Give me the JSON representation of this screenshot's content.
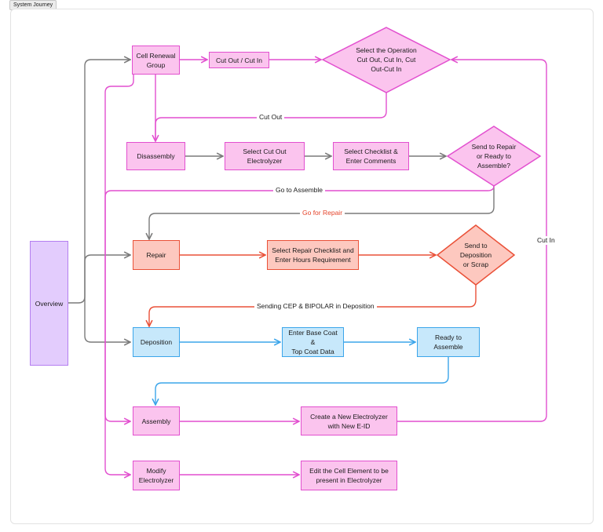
{
  "frame": {
    "title": "System Journey"
  },
  "colors": {
    "gray_line": "#7a7a7a",
    "pink_line": "#e24fcf",
    "pink_fill": "#fbc4ee",
    "red_line": "#ea5138",
    "red_fill": "#fdc8bf",
    "blue_line": "#3ba5ea",
    "blue_fill": "#c7e8fb",
    "purple_line": "#b47ef0",
    "purple_fill": "#e3ccfd"
  },
  "nodes": {
    "overview": "Overview",
    "cell_renewal_group": "Cell Renewal\nGroup",
    "cut_out_cut_in": "Cut Out / Cut In",
    "select_operation": "Select the Operation\nCut Out, Cut In, Cut\nOut-Cut In",
    "disassembly": "Disassembly",
    "select_cut_out_electrolyzer": "Select Cut Out\nElectrolyzer",
    "select_checklist": "Select Checklist &\nEnter Comments",
    "send_repair_assemble": "Send to Repair\nor Ready to\nAssemble?",
    "repair": "Repair",
    "select_repair_checklist": "Select Repair Checklist and\nEnter Hours Requirement",
    "send_deposition_scrap": "Send to\nDeposition\nor Scrap",
    "deposition": "Deposition",
    "enter_coat_data": "Enter Base Coat &\nTop Coat Data",
    "ready_to_assemble": "Ready to\nAssemble",
    "assembly": "Assembly",
    "create_electrolyzer": "Create a New Electrolyzer\nwith New E-ID",
    "modify_electrolyzer": "Modify\nElectrolyzer",
    "edit_cell_element": "Edit the Cell Element to be\npresent in Electrolyzer"
  },
  "edge_labels": {
    "cut_out": "Cut Out",
    "go_to_assemble": "Go to Assemble",
    "go_for_repair": "Go for Repair",
    "sending_cep": "Sending CEP & BIPOLAR in Deposition",
    "cut_in": "Cut In"
  }
}
